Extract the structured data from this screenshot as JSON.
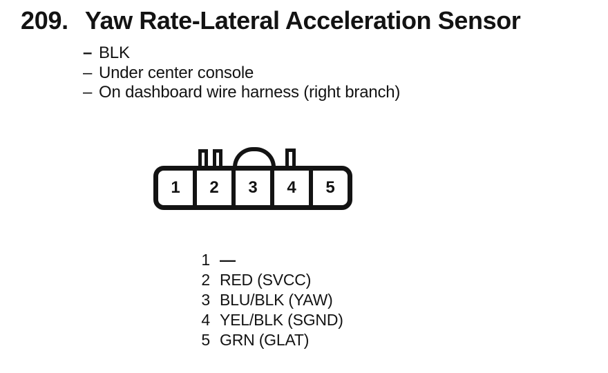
{
  "page": {
    "item_number": "209.",
    "title": "Yaw Rate-Lateral Acceleration Sensor",
    "bullet_dash": "–",
    "bullets": [
      "BLK",
      "Under center console",
      "On dashboard wire harness (right branch)"
    ]
  },
  "connector": {
    "description": "5-cavity connector, face view",
    "pins": [
      "1",
      "2",
      "3",
      "4",
      "5"
    ]
  },
  "pin_list": [
    {
      "pin": "1",
      "label": "—"
    },
    {
      "pin": "2",
      "label": "RED (SVCC)"
    },
    {
      "pin": "3",
      "label": "BLU/BLK (YAW)"
    },
    {
      "pin": "4",
      "label": "YEL/BLK (SGND)"
    },
    {
      "pin": "5",
      "label": "GRN (GLAT)"
    }
  ],
  "colors": {
    "ink": "#131313",
    "background": "#ffffff"
  }
}
